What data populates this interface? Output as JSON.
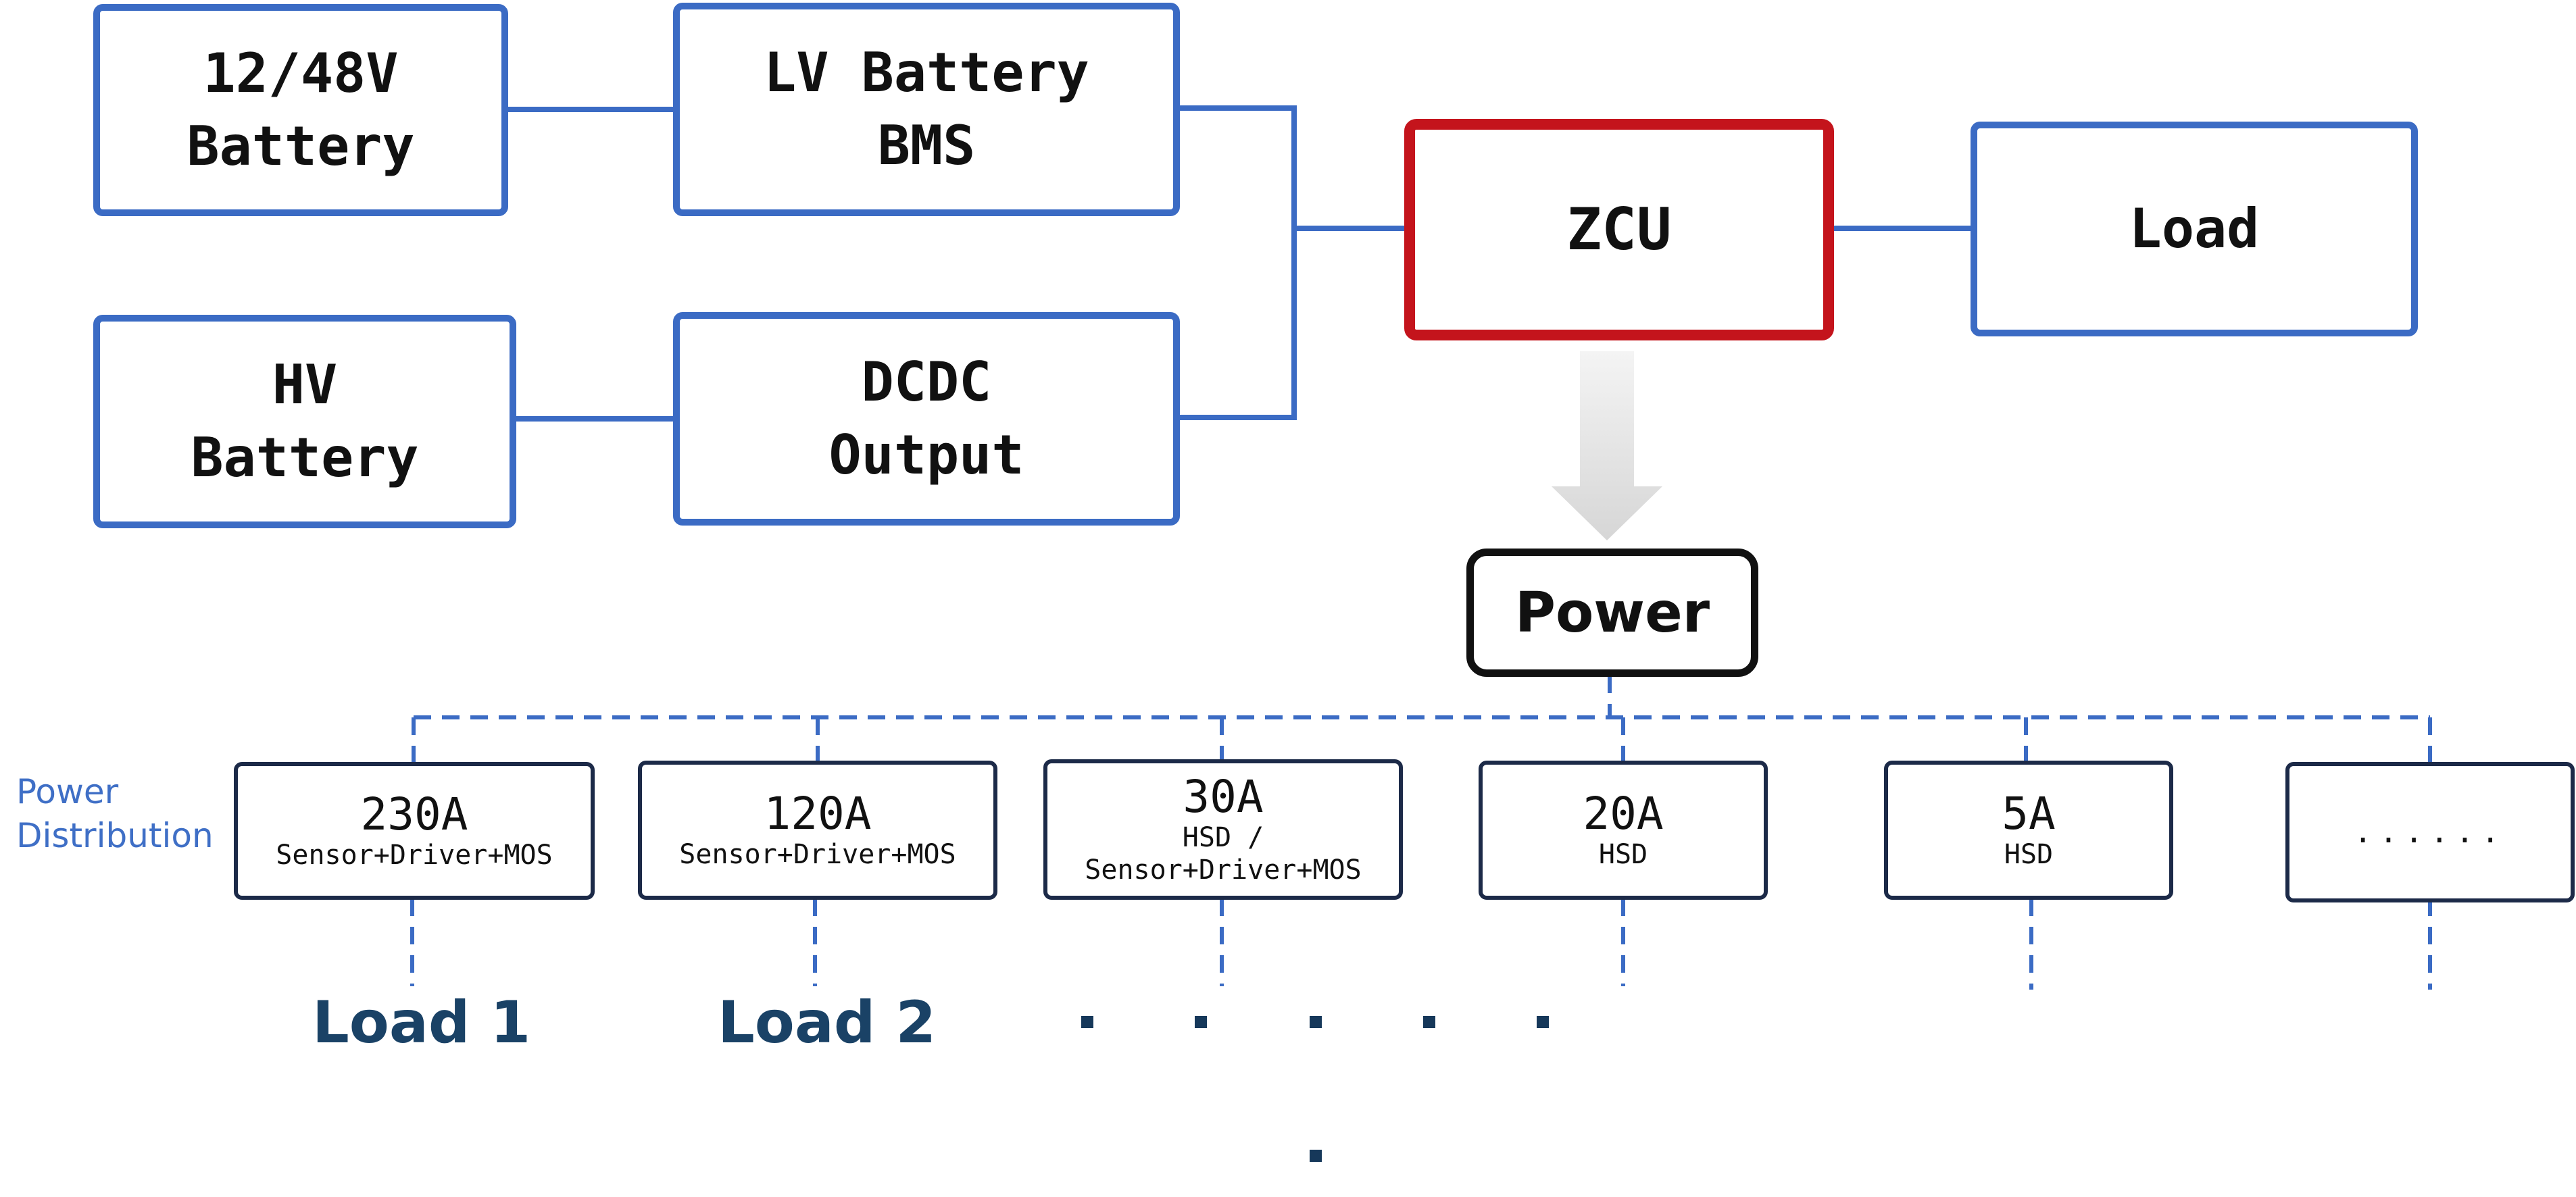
{
  "sources": [
    {
      "id": "lv-battery",
      "lines": [
        "12/48V",
        "Battery"
      ]
    },
    {
      "id": "lv-bms",
      "lines": [
        "LV Battery",
        "BMS"
      ]
    },
    {
      "id": "hv-battery",
      "lines": [
        "HV",
        "Battery"
      ]
    },
    {
      "id": "dcdc",
      "lines": [
        "DCDC",
        "Output"
      ]
    }
  ],
  "zcu": {
    "label": "ZCU"
  },
  "load": {
    "label": "Load"
  },
  "power": {
    "label": "Power"
  },
  "distribution": {
    "label_lines": [
      "Power",
      "Distribution"
    ],
    "channels": [
      {
        "amp": "230A",
        "sub": [
          "Sensor+Driver+MOS"
        ]
      },
      {
        "amp": "120A",
        "sub": [
          "Sensor+Driver+MOS"
        ]
      },
      {
        "amp": "30A",
        "sub": [
          "HSD /",
          "Sensor+Driver+MOS"
        ]
      },
      {
        "amp": "20A",
        "sub": [
          "HSD"
        ]
      },
      {
        "amp": "5A",
        "sub": [
          "HSD"
        ]
      },
      {
        "amp": "",
        "sub": [
          "......"
        ]
      }
    ]
  },
  "loads": [
    "Load 1",
    "Load 2"
  ],
  "colors": {
    "blue": "#3b6bc4",
    "red": "#c4141c",
    "dark": "#1c2a48",
    "label_blue": "#3f6fc6"
  }
}
